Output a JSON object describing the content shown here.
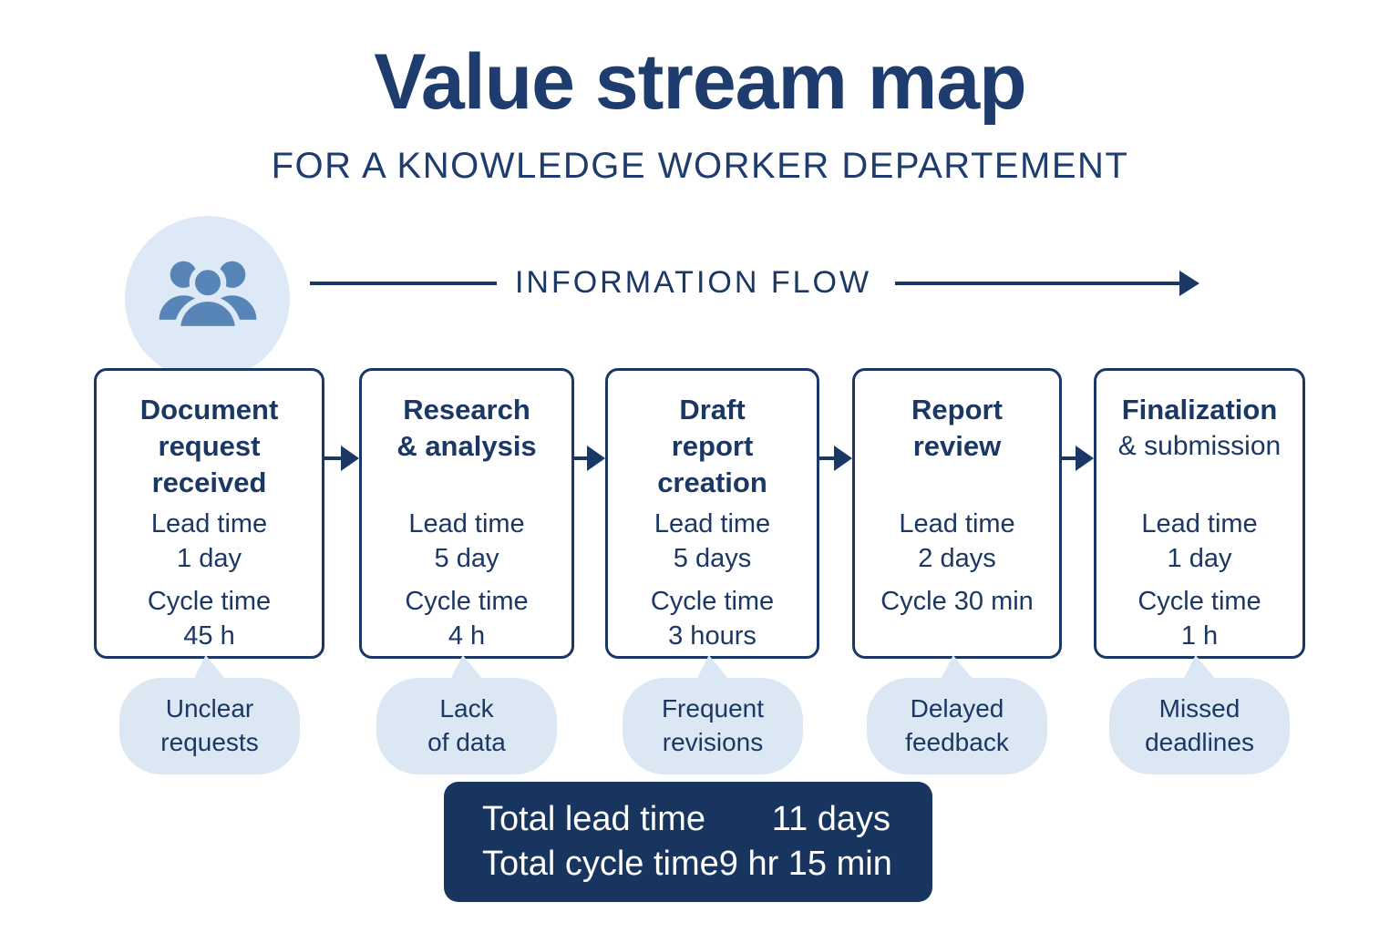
{
  "colors": {
    "navy": "#1b3764",
    "title-navy": "#1e3c6e",
    "bubble": "#dce7f4",
    "circle": "#dde9f7",
    "person": "#5885b7",
    "totals-bg": "#17355f"
  },
  "header": {
    "title": "Value stream map",
    "subtitle": "FOR A KNOWLEDGE WORKER DEPARTEMENT"
  },
  "flow": {
    "label": "INFORMATION FLOW",
    "icon": "people-group-icon"
  },
  "stages": [
    {
      "name": "document-request-received",
      "title_lines": [
        "Document",
        "request",
        "received"
      ],
      "subtitle_line": "",
      "lead": [
        "Lead time",
        "1 day"
      ],
      "cycle": [
        "Cycle time",
        "45 h"
      ],
      "pain": [
        "Unclear",
        "requests"
      ]
    },
    {
      "name": "research-and-analysis",
      "title_lines": [
        "Research",
        "& analysis"
      ],
      "subtitle_line": "",
      "lead": [
        "Lead time",
        "5 day"
      ],
      "cycle": [
        "Cycle time",
        "4 h"
      ],
      "pain": [
        "Lack",
        "of data"
      ]
    },
    {
      "name": "draft-report-creation",
      "title_lines": [
        "Draft",
        "report",
        "creation"
      ],
      "subtitle_line": "",
      "lead": [
        "Lead time",
        "5 days"
      ],
      "cycle": [
        "Cycle time",
        "3 hours"
      ],
      "pain": [
        "Frequent",
        "revisions"
      ]
    },
    {
      "name": "report-review",
      "title_lines": [
        "Report",
        "review"
      ],
      "subtitle_line": "",
      "lead": [
        "Lead time",
        "2 days"
      ],
      "cycle": [
        "Cycle 30 min"
      ],
      "pain": [
        "Delayed",
        "feedback"
      ]
    },
    {
      "name": "finalization-and-submission",
      "title_lines": [
        "Finalization"
      ],
      "subtitle_line": "& submission",
      "lead": [
        "Lead time",
        "1 day"
      ],
      "cycle": [
        "Cycle time",
        "1 h"
      ],
      "pain": [
        "Missed",
        "deadlines"
      ]
    }
  ],
  "totals": {
    "rows": [
      {
        "label": "Total lead time",
        "value": "11 days"
      },
      {
        "label": "Total cycle time",
        "value": "9 hr 15 min"
      }
    ]
  }
}
